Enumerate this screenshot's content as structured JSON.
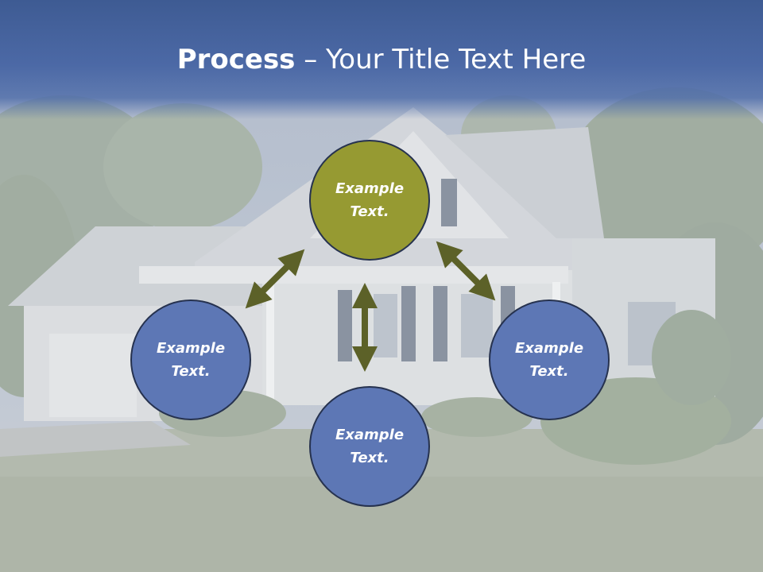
{
  "slide": {
    "title_bold": "Process",
    "title_rest": " – Your Title Text Here"
  },
  "nodes": {
    "top": "Example Text.",
    "left": "Example Text.",
    "right": "Example Text.",
    "bottom": "Example Text."
  },
  "colors": {
    "accent_circle": "#969a32",
    "circle": "#5d77b5",
    "arrow": "#5c6128",
    "title_band": "#4c69a6"
  }
}
